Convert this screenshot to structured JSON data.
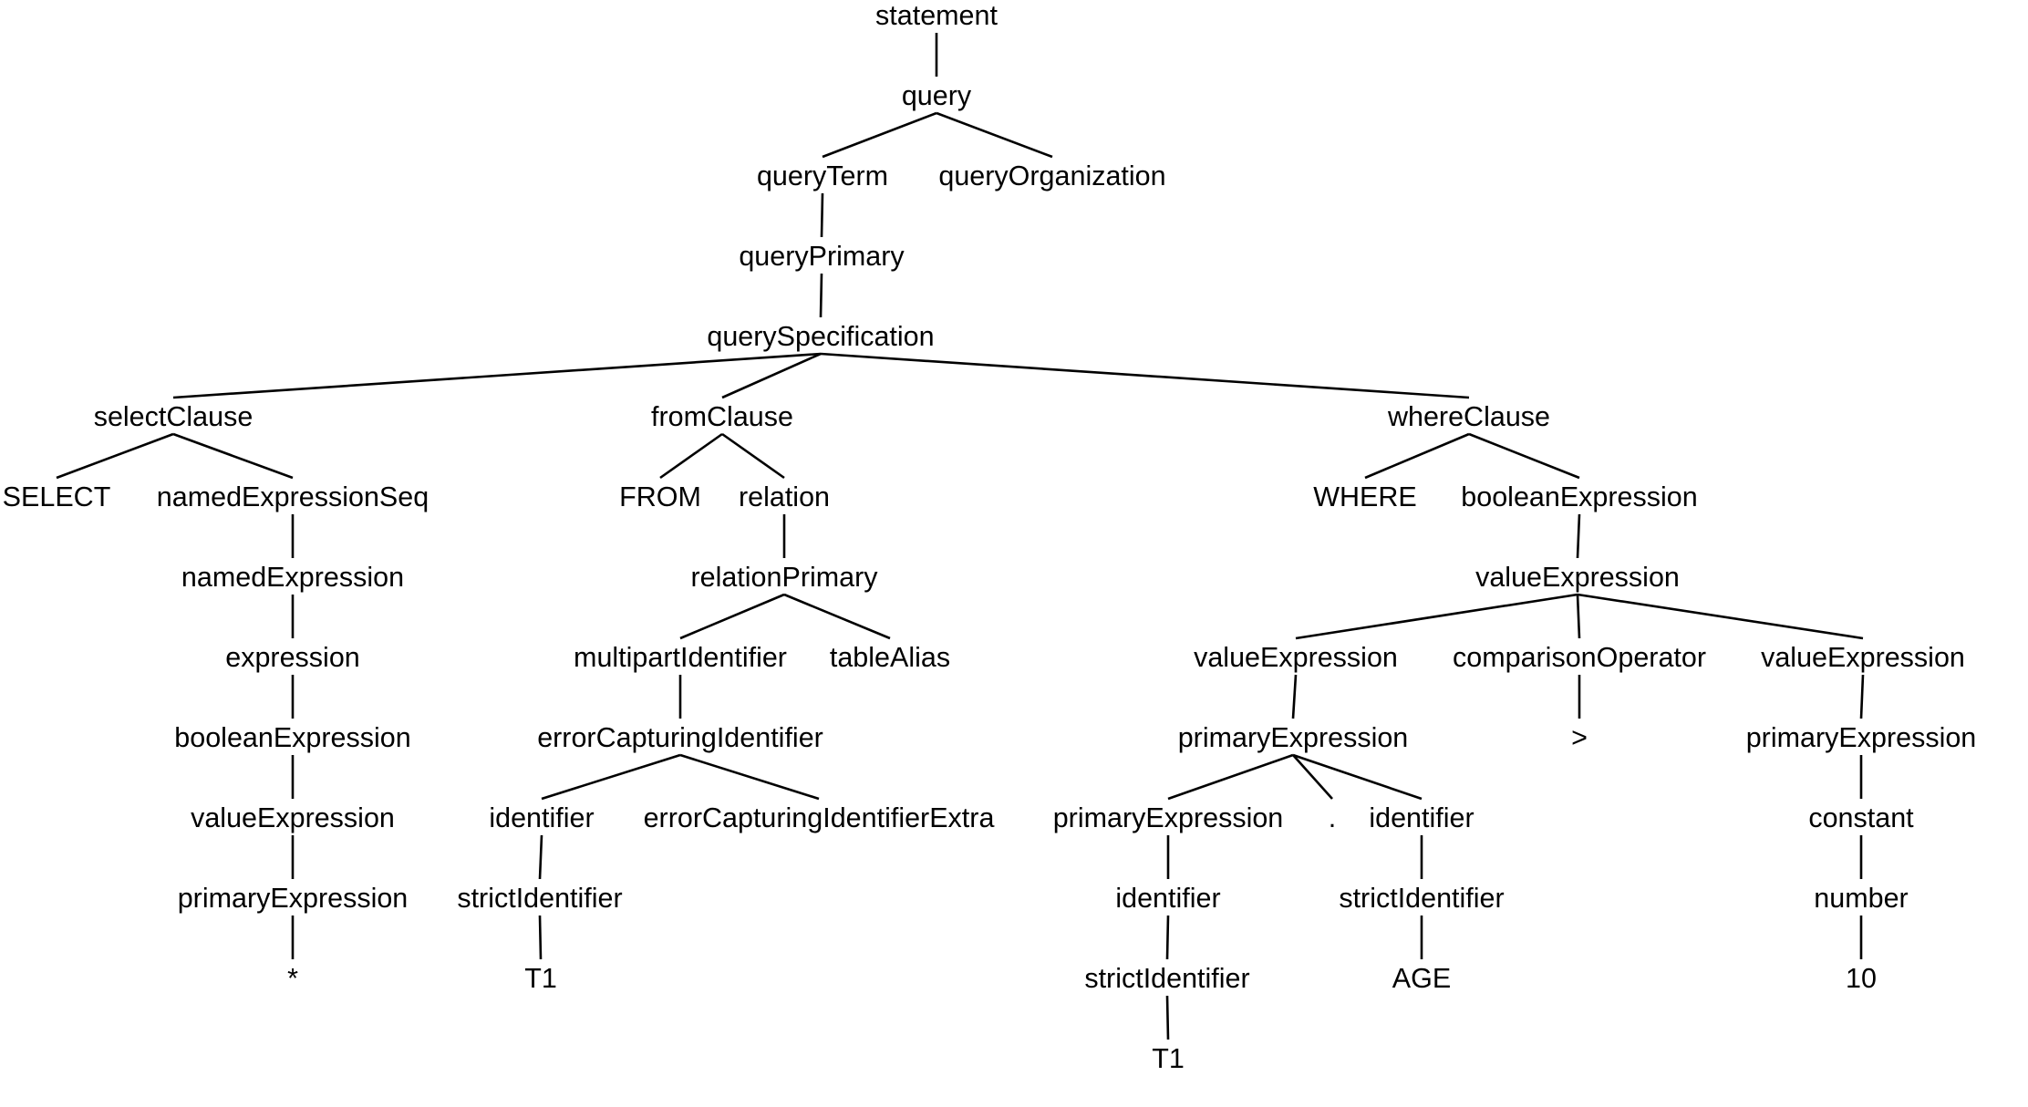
{
  "tree": {
    "nodes": [
      {
        "id": "n0",
        "label": "statement"
      },
      {
        "id": "n1",
        "label": "query"
      },
      {
        "id": "n2",
        "label": "queryTerm"
      },
      {
        "id": "n3",
        "label": "queryOrganization"
      },
      {
        "id": "n4",
        "label": "queryPrimary"
      },
      {
        "id": "n5",
        "label": "querySpecification"
      },
      {
        "id": "n6",
        "label": "selectClause"
      },
      {
        "id": "n7",
        "label": "fromClause"
      },
      {
        "id": "n8",
        "label": "whereClause"
      },
      {
        "id": "n9",
        "label": "SELECT"
      },
      {
        "id": "n10",
        "label": "namedExpressionSeq"
      },
      {
        "id": "n11",
        "label": "FROM"
      },
      {
        "id": "n12",
        "label": "relation"
      },
      {
        "id": "n13",
        "label": "WHERE"
      },
      {
        "id": "n14",
        "label": "booleanExpression"
      },
      {
        "id": "n15",
        "label": "namedExpression"
      },
      {
        "id": "n16",
        "label": "relationPrimary"
      },
      {
        "id": "n17",
        "label": "valueExpression"
      },
      {
        "id": "n18",
        "label": "expression"
      },
      {
        "id": "n19",
        "label": "multipartIdentifier"
      },
      {
        "id": "n20",
        "label": "tableAlias"
      },
      {
        "id": "n21",
        "label": "valueExpression"
      },
      {
        "id": "n22",
        "label": "comparisonOperator"
      },
      {
        "id": "n23",
        "label": "valueExpression"
      },
      {
        "id": "n24",
        "label": "booleanExpression"
      },
      {
        "id": "n25",
        "label": "errorCapturingIdentifier"
      },
      {
        "id": "n26",
        "label": "primaryExpression"
      },
      {
        "id": "n27",
        "label": ">"
      },
      {
        "id": "n28",
        "label": "primaryExpression"
      },
      {
        "id": "n29",
        "label": "valueExpression"
      },
      {
        "id": "n30",
        "label": "identifier"
      },
      {
        "id": "n31",
        "label": "errorCapturingIdentifierExtra"
      },
      {
        "id": "n32",
        "label": "primaryExpression"
      },
      {
        "id": "n33",
        "label": "."
      },
      {
        "id": "n34",
        "label": "identifier"
      },
      {
        "id": "n35",
        "label": "constant"
      },
      {
        "id": "n36",
        "label": "primaryExpression"
      },
      {
        "id": "n37",
        "label": "strictIdentifier"
      },
      {
        "id": "n38",
        "label": "identifier"
      },
      {
        "id": "n39",
        "label": "strictIdentifier"
      },
      {
        "id": "n40",
        "label": "number"
      },
      {
        "id": "n41",
        "label": "*"
      },
      {
        "id": "n42",
        "label": "T1"
      },
      {
        "id": "n43",
        "label": "strictIdentifier"
      },
      {
        "id": "n44",
        "label": "AGE"
      },
      {
        "id": "n45",
        "label": "10"
      },
      {
        "id": "n46",
        "label": "T1"
      }
    ],
    "edges": [
      [
        "n0",
        "n1"
      ],
      [
        "n1",
        "n2"
      ],
      [
        "n1",
        "n3"
      ],
      [
        "n2",
        "n4"
      ],
      [
        "n4",
        "n5"
      ],
      [
        "n5",
        "n6"
      ],
      [
        "n5",
        "n7"
      ],
      [
        "n5",
        "n8"
      ],
      [
        "n6",
        "n9"
      ],
      [
        "n6",
        "n10"
      ],
      [
        "n7",
        "n11"
      ],
      [
        "n7",
        "n12"
      ],
      [
        "n8",
        "n13"
      ],
      [
        "n8",
        "n14"
      ],
      [
        "n10",
        "n15"
      ],
      [
        "n12",
        "n16"
      ],
      [
        "n14",
        "n17"
      ],
      [
        "n15",
        "n18"
      ],
      [
        "n16",
        "n19"
      ],
      [
        "n16",
        "n20"
      ],
      [
        "n17",
        "n21"
      ],
      [
        "n17",
        "n22"
      ],
      [
        "n17",
        "n23"
      ],
      [
        "n18",
        "n24"
      ],
      [
        "n19",
        "n25"
      ],
      [
        "n21",
        "n26"
      ],
      [
        "n22",
        "n27"
      ],
      [
        "n23",
        "n28"
      ],
      [
        "n24",
        "n29"
      ],
      [
        "n25",
        "n30"
      ],
      [
        "n25",
        "n31"
      ],
      [
        "n26",
        "n32"
      ],
      [
        "n26",
        "n33"
      ],
      [
        "n26",
        "n34"
      ],
      [
        "n28",
        "n35"
      ],
      [
        "n29",
        "n36"
      ],
      [
        "n30",
        "n37"
      ],
      [
        "n32",
        "n38"
      ],
      [
        "n34",
        "n39"
      ],
      [
        "n35",
        "n40"
      ],
      [
        "n36",
        "n41"
      ],
      [
        "n37",
        "n42"
      ],
      [
        "n38",
        "n43"
      ],
      [
        "n39",
        "n44"
      ],
      [
        "n40",
        "n45"
      ],
      [
        "n43",
        "n46"
      ]
    ]
  }
}
